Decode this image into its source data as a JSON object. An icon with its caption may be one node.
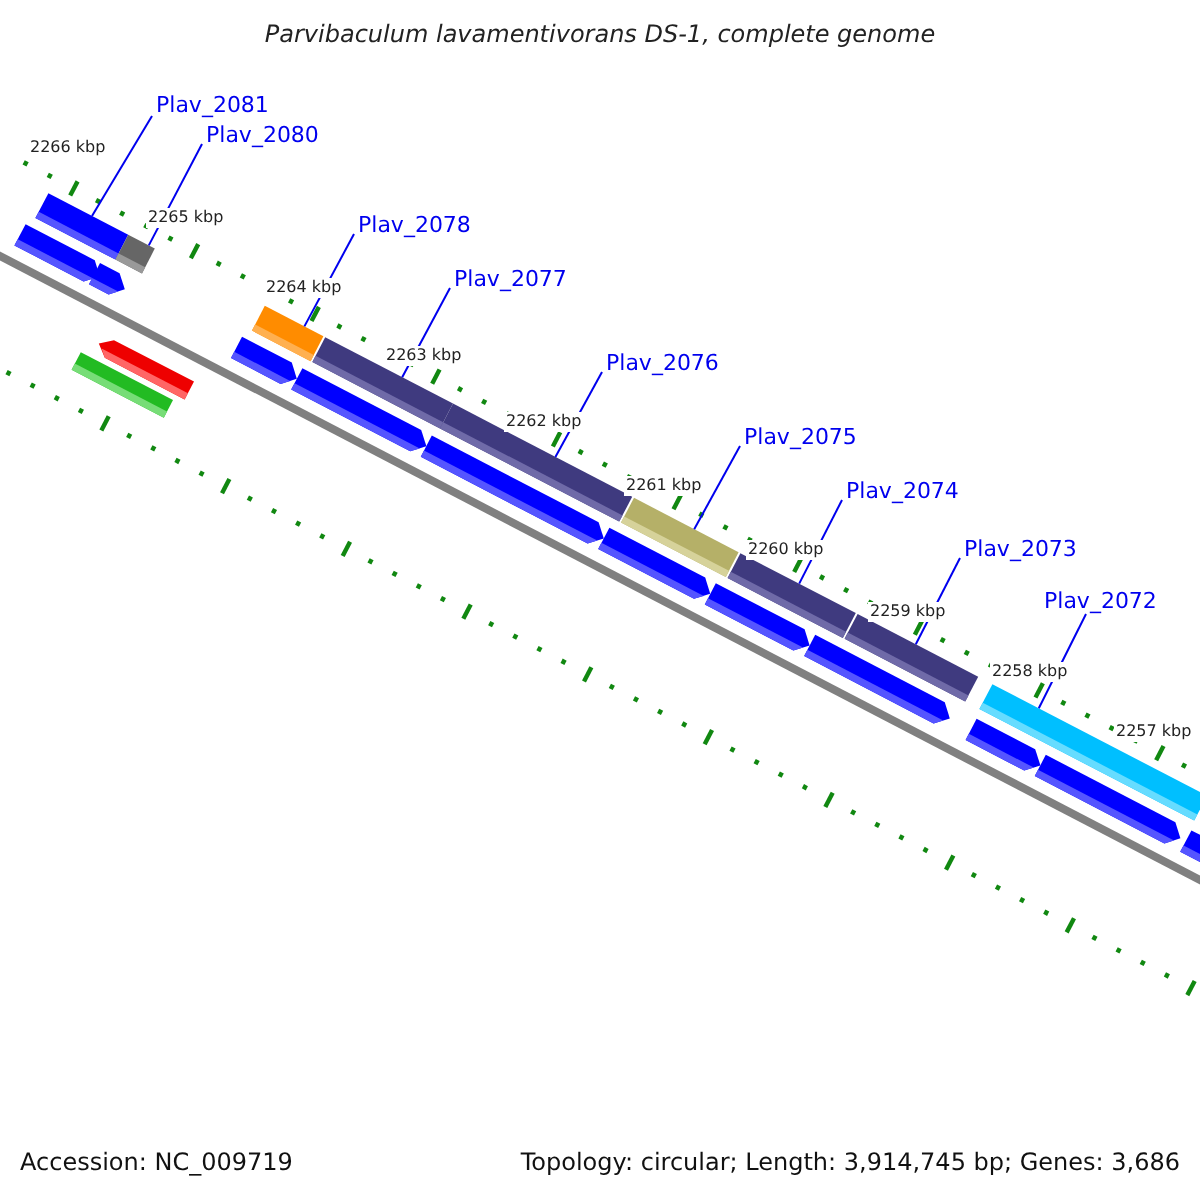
{
  "diagram": {
    "title": "Parvibaculum lavamentivorans DS-1, complete genome",
    "nodes": [
      {
        "text": [
          "Plav_2081"
        ]
      },
      {
        "text": [
          "Plav_2080"
        ]
      },
      {
        "text": [
          "Plav_2078"
        ]
      },
      {
        "text": [
          "Plav_2077"
        ]
      },
      {
        "text": [
          "Plav_2076"
        ]
      },
      {
        "text": [
          "Plav_2075"
        ]
      },
      {
        "text": [
          "Plav_2074"
        ]
      },
      {
        "text": [
          "Plav_2073"
        ]
      },
      {
        "text": [
          "Plav_2072"
        ]
      },
      {
        "text": [],
        "shape": "bar"
      },
      {
        "text": [],
        "shape": "bar"
      },
      {
        "text": [],
        "shape": "bar"
      },
      {
        "text": [],
        "shape": "bar"
      },
      {
        "text": [],
        "shape": "bar"
      },
      {
        "text": [],
        "shape": "bar"
      },
      {
        "text": [],
        "shape": "bar"
      },
      {
        "text": [],
        "shape": "bar"
      },
      {
        "text": [],
        "shape": "bar"
      }
    ],
    "edges": [
      {
        "from": 0,
        "to": 9,
        "arrow": "none"
      },
      {
        "from": 1,
        "to": 10,
        "arrow": "none"
      },
      {
        "from": 2,
        "to": 11,
        "arrow": "none"
      },
      {
        "from": 3,
        "to": 12,
        "arrow": "none"
      },
      {
        "from": 4,
        "to": 13,
        "arrow": "none"
      },
      {
        "from": 5,
        "to": 14,
        "arrow": "none"
      },
      {
        "from": 6,
        "to": 15,
        "arrow": "none"
      },
      {
        "from": 7,
        "to": 16,
        "arrow": "none"
      },
      {
        "from": 8,
        "to": 17,
        "arrow": "none"
      }
    ],
    "labels": [
      "2266 kbp",
      "2265 kbp",
      "2264 kbp",
      "2263 kbp",
      "2262 kbp",
      "2261 kbp",
      "2260 kbp",
      "2259 kbp",
      "2258 kbp",
      "2257 kbp",
      "Accession: NC_009719",
      "Topology: circular; Length: 3,914,745 bp; Genes: 3,686"
    ]
  }
}
